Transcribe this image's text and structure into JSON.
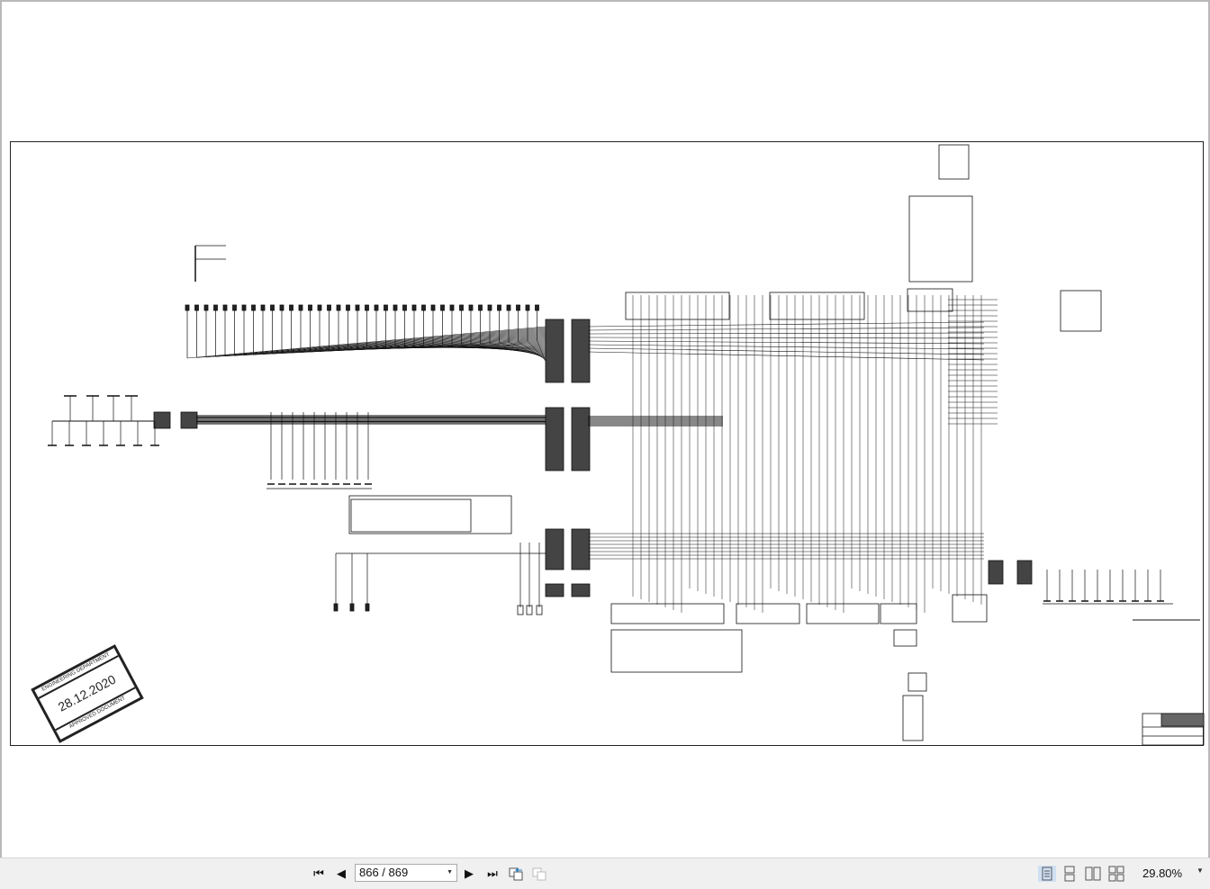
{
  "document": {
    "stamp": {
      "department": "ENGINEERING DEPARTMENT",
      "date": "28.12.2020",
      "status": "APPROVED DOCUMENT"
    }
  },
  "toolbar": {
    "page_display": "866 / 869",
    "current_page": 866,
    "total_pages": 869,
    "zoom_level": "29.80%",
    "buttons": {
      "first": "first-page-icon",
      "prev": "previous-page-icon",
      "next": "next-page-icon",
      "last": "last-page-icon",
      "back_view": "previous-view-icon",
      "forward_view": "next-view-icon"
    },
    "view_modes": [
      "single-page",
      "continuous",
      "facing",
      "continuous-facing"
    ],
    "selected_view_mode": "single-page"
  }
}
